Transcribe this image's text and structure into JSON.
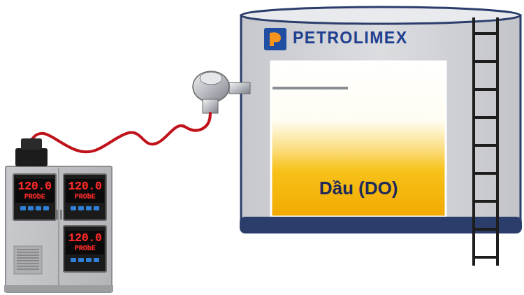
{
  "diagram": {
    "nodes": [
      {
        "text": [
          "PETROLIMEX"
        ]
      },
      {
        "text": [
          "Dầu (DO)"
        ],
        "in": 0
      },
      {
        "text": [
          "120.0",
          "PRObE"
        ]
      },
      {
        "text": [
          "120.0",
          "PRObE"
        ]
      },
      {
        "text": [
          "120.0",
          "PRObE"
        ]
      }
    ]
  }
}
